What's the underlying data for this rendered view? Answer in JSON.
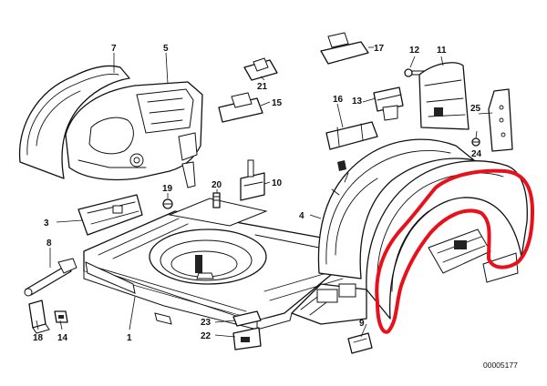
{
  "diagram": {
    "reference_number": "00005177",
    "highlight_color": "#e8101a",
    "callouts": [
      {
        "id": "c1",
        "label": "1"
      },
      {
        "id": "c3",
        "label": "3"
      },
      {
        "id": "c4",
        "label": "4"
      },
      {
        "id": "c5",
        "label": "5"
      },
      {
        "id": "c7",
        "label": "7"
      },
      {
        "id": "c8",
        "label": "8"
      },
      {
        "id": "c9",
        "label": "9"
      },
      {
        "id": "c10",
        "label": "10"
      },
      {
        "id": "c11",
        "label": "11"
      },
      {
        "id": "c12",
        "label": "12"
      },
      {
        "id": "c13",
        "label": "13"
      },
      {
        "id": "c14",
        "label": "14"
      },
      {
        "id": "c15",
        "label": "15"
      },
      {
        "id": "c16",
        "label": "16"
      },
      {
        "id": "c17",
        "label": "17"
      },
      {
        "id": "c18",
        "label": "18"
      },
      {
        "id": "c19",
        "label": "19"
      },
      {
        "id": "c20",
        "label": "20"
      },
      {
        "id": "c21",
        "label": "21"
      },
      {
        "id": "c22",
        "label": "22"
      },
      {
        "id": "c23",
        "label": "23"
      },
      {
        "id": "c24",
        "label": "24"
      },
      {
        "id": "c25",
        "label": "25"
      }
    ]
  }
}
